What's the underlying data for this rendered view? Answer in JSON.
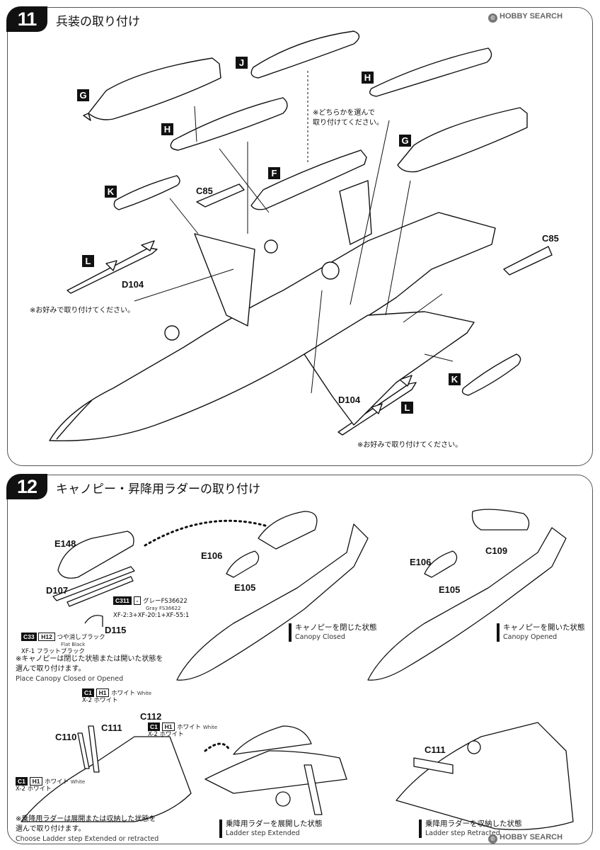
{
  "step11": {
    "number": "11",
    "title": "兵装の取り付け",
    "labels": {
      "g1": "G",
      "j": "J",
      "h1": "H",
      "h2": "H",
      "g2": "G",
      "f": "F",
      "k1": "K",
      "c85_1": "C85",
      "l1": "L",
      "d104_1": "D104",
      "c85_2": "C85",
      "k2": "K",
      "d104_2": "D104",
      "l2": "L"
    },
    "note_choose": "※どちらかを選んで\n取り付けてください。",
    "note_optional_1": "※お好みで取り付けてください。",
    "note_optional_2": "※お好みで取り付けてください。"
  },
  "step12": {
    "number": "12",
    "title": "キャノピー・昇降用ラダーの取り付け",
    "parts": {
      "e148": "E148",
      "d107": "D107",
      "d115": "D115",
      "e106_1": "E106",
      "e105_1": "E105",
      "e106_2": "E106",
      "e105_2": "E105",
      "c109": "C109",
      "c110": "C110",
      "c111_1": "C111",
      "c112": "C112",
      "c111_2": "C111"
    },
    "paint_gray": {
      "code": "C311",
      "h": "-",
      "jp": "グレーFS36622",
      "en": "Gray FS36622",
      "mix": "XF-2:3+XF-20:1+XF-55:1"
    },
    "paint_flat": {
      "code": "C33",
      "h": "H12",
      "jp": "つや消しブラック",
      "en": "Flat Black",
      "mix": "XF-1 フラットブラック"
    },
    "paint_white_1": {
      "code": "C1",
      "h": "H1",
      "jp": "ホワイト",
      "en": "White",
      "mix": "X-2 ホワイト"
    },
    "paint_white_2": {
      "code": "C1",
      "h": "H1",
      "jp": "ホワイト",
      "en": "White",
      "mix": "X-2 ホワイト"
    },
    "paint_white_3": {
      "code": "C1",
      "h": "H1",
      "jp": "ホワイト",
      "en": "White",
      "mix": "X-2 ホワイト"
    },
    "canopy_note_jp": "※キャノピーは閉じた状態または開いた状態を\n選んで取り付けます。",
    "canopy_note_en": "Place Canopy Closed or Opened",
    "state_closed_jp": "キャノピーを閉じた状態",
    "state_closed_en": "Canopy Closed",
    "state_opened_jp": "キャノピーを開いた状態",
    "state_opened_en": "Canopy Opened",
    "ladder_note_jp": "※乗降用ラダーは展開または収納した状態を\n選んで取り付けます。",
    "ladder_note_en": "Choose Ladder step Extended or retracted",
    "state_extended_jp": "乗降用ラダーを展開した状態",
    "state_extended_en": "Ladder step Extended",
    "state_retracted_jp": "乗降用ラダーを収納した状態",
    "state_retracted_en": "Ladder step Retracted"
  },
  "watermarks": {
    "top": "HOBBY SEARCH",
    "bottom": "HOBBY SEARCH",
    "mark": "©"
  }
}
